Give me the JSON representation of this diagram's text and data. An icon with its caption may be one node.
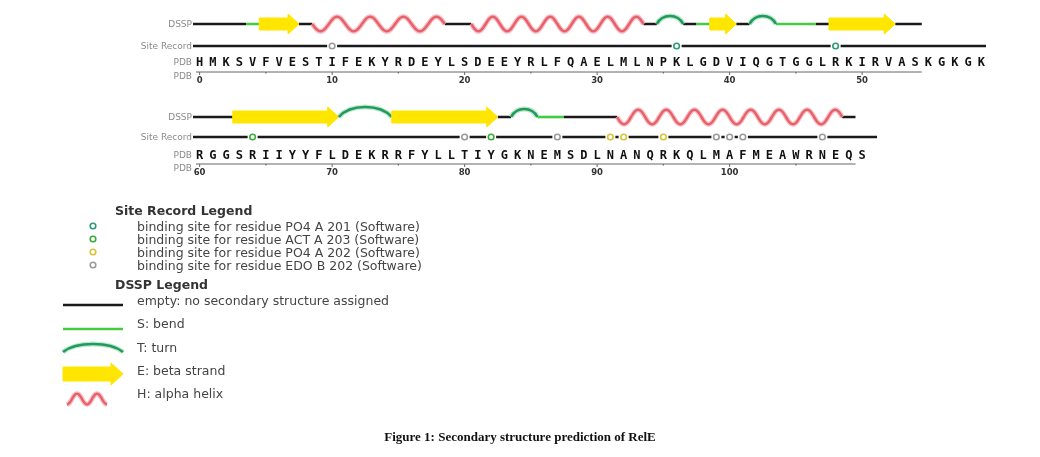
{
  "diagram": {
    "caption": "Figure 1: Secondary structure prediction of RelE",
    "labels": [
      "DSSP",
      "Site Record",
      "PDB",
      "HMKSVFVESTIFEKYRDEYLSDEEYRLFQAELMLNPKLGDVIQGTGGLRKIRVASKGKGK",
      "PDB",
      "0",
      "10",
      "20",
      "30",
      "40",
      "50",
      "DSSP",
      "Site Record",
      "PDB",
      "RGGSRIIYYFLDEKRRFYLLTIYGKNEMSDLNANQRKQLMAFMEAWRNEQS",
      "PDB",
      "60",
      "70",
      "80",
      "90",
      "100",
      "Site Record Legend",
      "DSSP Legend"
    ],
    "legend": [
      {
        "text": "binding site for residue PO4 A 201 (Software)",
        "color": "#2e9a78"
      },
      {
        "text": "binding site for residue ACT A 203 (Software)",
        "color": "#3aaa3a"
      },
      {
        "text": "binding site for residue PO4 A 202 (Software)",
        "color": "#d9c23a"
      },
      {
        "text": "binding site for residue EDO B 202 (Software)",
        "color": "#9a9a9a"
      },
      {
        "text": "empty: no secondary structure assigned"
      },
      {
        "text": "S: bend"
      },
      {
        "text": "T: turn"
      },
      {
        "text": "E: beta strand"
      },
      {
        "text": "H: alpha helix"
      }
    ]
  }
}
